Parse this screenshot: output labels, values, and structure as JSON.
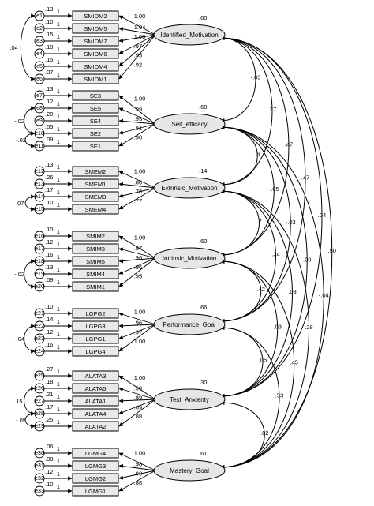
{
  "factors": [
    {
      "name": "Identified_Motivation",
      "r2": ".60",
      "indicators": [
        {
          "box": "SMIDM2",
          "err": "e1",
          "var": ".13",
          "ld": "1.00"
        },
        {
          "box": "SMIDM5",
          "err": "e2",
          "var": ".10",
          "ld": "1.04"
        },
        {
          "box": "SMIDM7",
          "err": "e3",
          "var": ".15",
          "ld": "1.00"
        },
        {
          "box": "SMIDM6",
          "err": "e4",
          "var": ".10",
          "ld": ".97"
        },
        {
          "box": "SMIDM4",
          "err": "e5",
          "var": ".15",
          "ld": ".95"
        },
        {
          "box": "SMIDM1",
          "err": "e6",
          "var": ".07",
          "ld": ".92"
        }
      ]
    },
    {
      "name": "Self_efficacy",
      "r2": ".60",
      "indicators": [
        {
          "box": "SE3",
          "err": "e7",
          "var": ".13",
          "ld": "1.00"
        },
        {
          "box": "SE5",
          "err": "e8",
          "var": ".12",
          "ld": ".99"
        },
        {
          "box": "SE4",
          "err": "e9",
          "var": ".20",
          "ld": ".93"
        },
        {
          "box": "SE2",
          "err": "e10",
          "var": ".05",
          "ld": ".91"
        },
        {
          "box": "SE1",
          "err": "e11",
          "var": ".09",
          "ld": ".90"
        }
      ]
    },
    {
      "name": "Extrinsic_Motivation",
      "r2": ".14",
      "indicators": [
        {
          "box": "SMEM2",
          "err": "e12",
          "var": ".13",
          "ld": "1.00"
        },
        {
          "box": "SMEM1",
          "err": "e13",
          "var": ".26",
          "ld": ".80"
        },
        {
          "box": "SMEM3",
          "err": "e14",
          "var": ".17",
          "ld": ".76"
        },
        {
          "box": "SMEM4",
          "err": "e15",
          "var": ".10",
          "ld": ".77"
        }
      ]
    },
    {
      "name": "Intrinsic_Motivation",
      "r2": ".60",
      "indicators": [
        {
          "box": "SMIM2",
          "err": "e16",
          "var": ".10",
          "ld": "1.00"
        },
        {
          "box": "SMIM3",
          "err": "e17",
          "var": ".12",
          "ld": ".97"
        },
        {
          "box": "SMIM5",
          "err": "e18",
          "var": ".16",
          "ld": ".96"
        },
        {
          "box": "SMIM4",
          "err": "e19",
          "var": ".13",
          "ld": ".96"
        },
        {
          "box": "SMIM1",
          "err": "e20",
          "var": ".09",
          "ld": ".95"
        }
      ]
    },
    {
      "name": "Performance_Goal",
      "r2": ".66",
      "indicators": [
        {
          "box": "LGPG2",
          "err": "e21",
          "var": ".10",
          "ld": "1.00"
        },
        {
          "box": "LGPG3",
          "err": "e22",
          "var": ".14",
          "ld": ".96"
        },
        {
          "box": "LGPG1",
          "err": "e23",
          "var": ".12",
          "ld": ".97"
        },
        {
          "box": "LGPG4",
          "err": "e24",
          "var": ".16",
          "ld": "1.00"
        }
      ]
    },
    {
      "name": "Test_Anxienty",
      "r2": ".30",
      "indicators": [
        {
          "box": "ALATA3",
          "err": "e25",
          "var": ".27",
          "ld": "1.00"
        },
        {
          "box": "ALATA5",
          "err": "e26",
          "var": ".18",
          "ld": ".99"
        },
        {
          "box": "ALATA1",
          "err": "e27",
          "var": ".21",
          "ld": ".89"
        },
        {
          "box": "ALATA4",
          "err": "e28",
          "var": ".17",
          "ld": ".69"
        },
        {
          "box": "ALATA2",
          "err": "e29",
          "var": ".25",
          "ld": ".88"
        }
      ]
    },
    {
      "name": "Mastery_Goal",
      "r2": ".61",
      "indicators": [
        {
          "box": "LGMG4",
          "err": "e30",
          "var": ".06",
          "ld": "1.00"
        },
        {
          "box": "LGMG3",
          "err": "e31",
          "var": ".08",
          "ld": ".98"
        },
        {
          "box": "LGMG2",
          "err": "e32",
          "var": ".12",
          "ld": ".90"
        },
        {
          "box": "LGMG1",
          "err": "e33",
          "var": ".10",
          "ld": ".88"
        }
      ]
    }
  ],
  "error_covariances": [
    {
      "a": "e1",
      "b": "e6",
      "label": ".04"
    },
    {
      "a": "e8",
      "b": "e10",
      "label": "-.02"
    },
    {
      "a": "e10",
      "b": "e11",
      "label": "-.02"
    },
    {
      "a": "e14",
      "b": "e15",
      "label": ".07"
    },
    {
      "a": "e18",
      "b": "e20",
      "label": "-.02"
    },
    {
      "a": "e22",
      "b": "e24",
      "label": "-.04"
    },
    {
      "a": "e26",
      "b": "e28",
      "label": ".15"
    },
    {
      "a": "e28",
      "b": "e29",
      "label": "-.05"
    }
  ],
  "factor_covariances": [
    {
      "from": "Identified_Motivation",
      "to": "Self_efficacy",
      "label": "-.03"
    },
    {
      "from": "Identified_Motivation",
      "to": "Extrinsic_Motivation",
      "label": ".27"
    },
    {
      "from": "Identified_Motivation",
      "to": "Intrinsic_Motivation",
      "label": ".47"
    },
    {
      "from": "Identified_Motivation",
      "to": "Performance_Goal",
      "label": ".47"
    },
    {
      "from": "Identified_Motivation",
      "to": "Test_Anxienty",
      "label": ".04"
    },
    {
      "from": "Identified_Motivation",
      "to": "Mastery_Goal",
      "label": ".50"
    },
    {
      "from": "Self_efficacy",
      "to": "Extrinsic_Motivation",
      "label": ".6"
    },
    {
      "from": "Self_efficacy",
      "to": "Intrinsic_Motivation",
      "label": "-.05"
    },
    {
      "from": "Self_efficacy",
      "to": "Performance_Goal",
      "label": "-.03"
    },
    {
      "from": "Self_efficacy",
      "to": "Test_Anxienty",
      "label": ".00"
    },
    {
      "from": "Self_efficacy",
      "to": "Mastery_Goal",
      "label": "-.04"
    },
    {
      "from": "Extrinsic_Motivation",
      "to": "Intrinsic_Motivation",
      "label": ".2"
    },
    {
      "from": "Extrinsic_Motivation",
      "to": "Performance_Goal",
      "label": ".34"
    },
    {
      "from": "Extrinsic_Motivation",
      "to": "Test_Anxienty",
      "label": ".03"
    },
    {
      "from": "Extrinsic_Motivation",
      "to": "Mastery_Goal",
      "label": ".28"
    },
    {
      "from": "Intrinsic_Motivation",
      "to": "Performance_Goal",
      "label": ".42"
    },
    {
      "from": "Intrinsic_Motivation",
      "to": "Test_Anxienty",
      "label": ".03"
    },
    {
      "from": "Intrinsic_Motivation",
      "to": "Mastery_Goal",
      "label": ".45"
    },
    {
      "from": "Performance_Goal",
      "to": "Test_Anxienty",
      "label": ".05"
    },
    {
      "from": "Performance_Goal",
      "to": "Mastery_Goal",
      "label": ".53"
    },
    {
      "from": "Test_Anxienty",
      "to": "Mastery_Goal",
      "label": ".02"
    }
  ]
}
